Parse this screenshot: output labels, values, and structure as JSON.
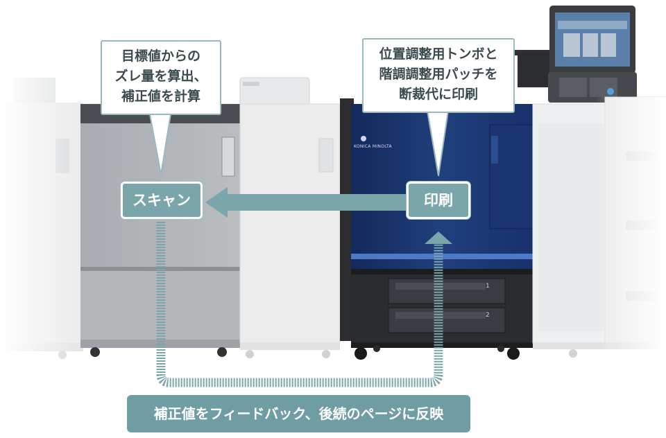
{
  "callouts": {
    "scan": {
      "lines": [
        "目標値からの",
        "ズレ量を算出、",
        "補正値を計算"
      ]
    },
    "print": {
      "lines": [
        "位置調整用トンボと",
        "階調調整用パッチを",
        "断裁代に印刷"
      ]
    }
  },
  "labels": {
    "scan": "スキャン",
    "print": "印刷"
  },
  "banner": "補正値をフィードバック、後続のページに反映",
  "printer": {
    "brand": "KONICA MINOLTA",
    "tray_1": "1",
    "tray_2": "2"
  },
  "colors": {
    "accent": "#7aa5aa",
    "callout_border": "#9bb9bd",
    "printer_blue": "#1f3a6e"
  }
}
